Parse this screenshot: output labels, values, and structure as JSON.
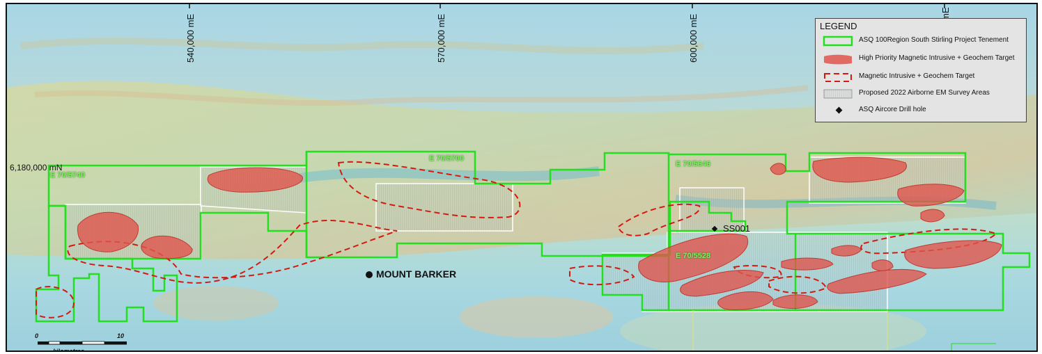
{
  "map": {
    "eastings": [
      "540,000  mE",
      "570,000  mE",
      "600,000  mE",
      "mE"
    ],
    "northing": "6,180,000  mN",
    "tenements": [
      "E 70/5740",
      "E 70/5700",
      "E 70/5646",
      "E 70/5528"
    ],
    "place": "MOUNT BARKER",
    "drill_hole": "SS001"
  },
  "legend": {
    "title": "LEGEND",
    "items": [
      {
        "label": "ASQ 100Region South Stirling Project Tenement",
        "icon": "green-outline-rectangle"
      },
      {
        "label": "High Priority Magnetic Intrusive + Geochem Target",
        "icon": "red-filled-blob"
      },
      {
        "label": "Magnetic Intrusive + Geochem Target",
        "icon": "red-dashed-outline"
      },
      {
        "label": "Proposed 2022 Airborne EM Survey Areas",
        "icon": "grey-hatched-box"
      },
      {
        "label": "ASQ Aircore Drill hole",
        "icon": "black-diamond"
      }
    ]
  },
  "scalebar": {
    "start": "0",
    "end": "10",
    "unit": "kilometres"
  },
  "colors": {
    "tenement": "#22e01e",
    "high_priority": "#e0554e",
    "target_dash": "#d41a10",
    "survey_area": "#ffffff",
    "background": "#9fd3df"
  }
}
